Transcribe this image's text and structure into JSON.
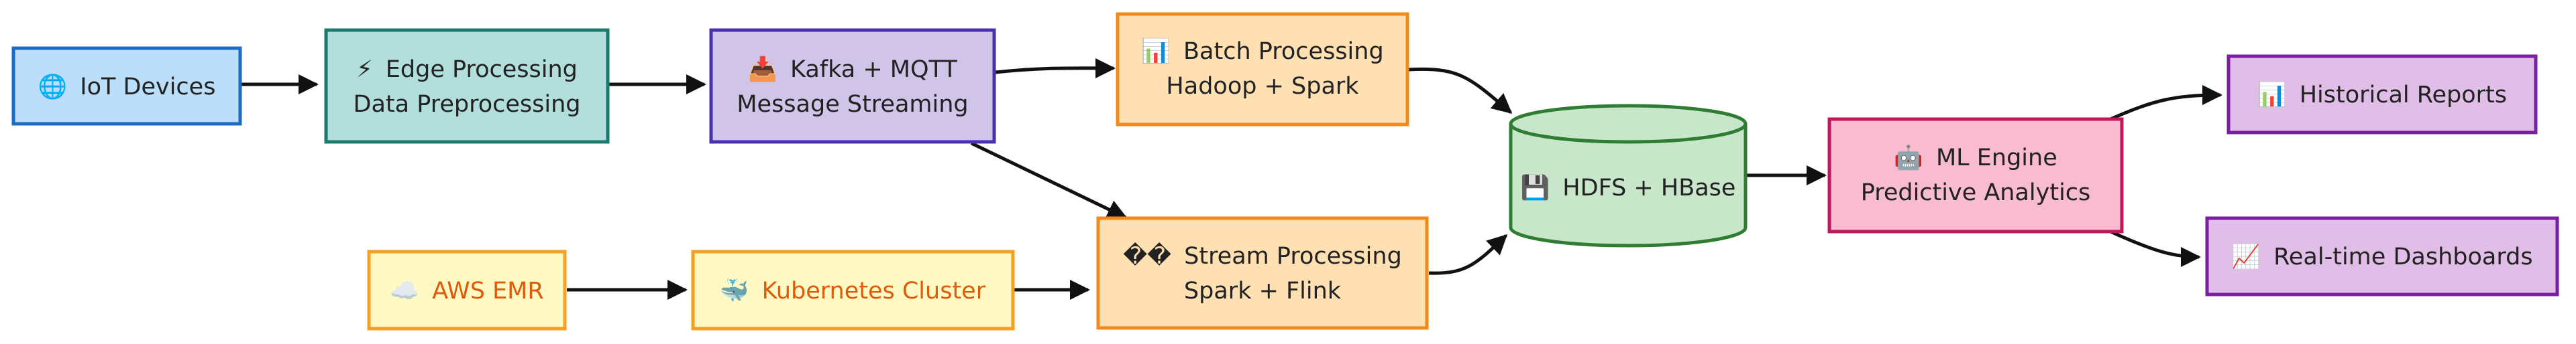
{
  "colors": {
    "blue_fill": "#bbdefb",
    "blue_stroke": "#1e6bc4",
    "teal_fill": "#b2dfdb",
    "teal_stroke": "#1c7a6a",
    "purple_fill": "#d1c4e9",
    "purple_stroke": "#4a2fb0",
    "orange_fill": "#ffe0b2",
    "orange_stroke": "#f08a1c",
    "yellow_fill": "#fff9c4",
    "yellow_stroke": "#f5a020",
    "green_fill": "#c8e6c9",
    "green_stroke": "#2e7d32",
    "pink_fill": "#f8bbd0",
    "pink_stroke": "#c2185b",
    "lavender_fill": "#e1bee7",
    "lavender_stroke": "#7b1fa2",
    "edge": "#111111"
  },
  "nodes": {
    "iot_devices": {
      "icon": "🌐",
      "line1": "IoT Devices"
    },
    "edge_processing": {
      "icon": "⚡",
      "line1": "Edge Processing",
      "line2": "Data Preprocessing"
    },
    "kafka_mqtt": {
      "icon": "📥",
      "line1": "Kafka + MQTT",
      "line2": "Message Streaming"
    },
    "batch_processing": {
      "icon": "📊",
      "line1": "Batch Processing",
      "line2": "Hadoop + Spark"
    },
    "stream_processing": {
      "icon": "��",
      "line1": "Stream Processing",
      "line2": "Spark + Flink"
    },
    "aws_emr": {
      "icon": "☁️",
      "line1": "AWS EMR"
    },
    "kubernetes": {
      "icon": "🐳",
      "line1": "Kubernetes Cluster"
    },
    "hdfs_hbase": {
      "icon": "💾",
      "line1": "HDFS + HBase"
    },
    "ml_engine": {
      "icon": "🤖",
      "line1": "ML Engine",
      "line2": "Predictive Analytics"
    },
    "historical_reports": {
      "icon": "📊",
      "line1": "Historical Reports"
    },
    "realtime_dashboards": {
      "icon": "📈",
      "line1": "Real-time Dashboards"
    }
  }
}
